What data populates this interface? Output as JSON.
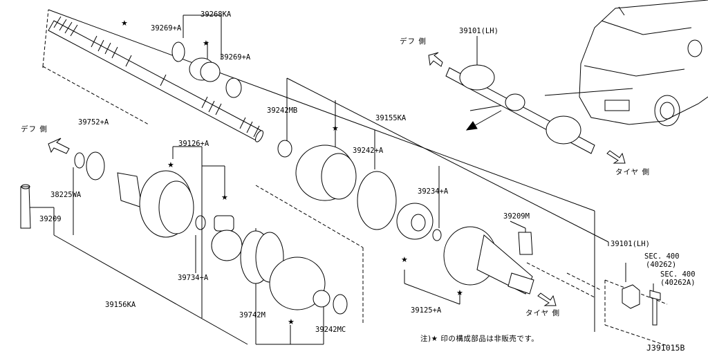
{
  "labels": {
    "p39268KA": "39268KA",
    "p39269A_top": "39269+A",
    "p39269A_mid": "39269+A",
    "p39242MB": "39242MB",
    "p39155KA": "39155KA",
    "p39242A": "39242+A",
    "p39234A": "39234+A",
    "p39209M": "39209M",
    "p39101LH_top": "39101(LH)",
    "p39101LH_right": "39101(LH)",
    "p39752A": "39752+A",
    "p39126A": "39126+A",
    "p38225WA": "38225WA",
    "p39209": "39209",
    "p39734A": "39734+A",
    "p39156KA": "39156KA",
    "p39742M": "39742M",
    "p39242MC": "39242MC",
    "p39125A": "39125+A",
    "sec400_a": "SEC. 400",
    "sec400_a_sub": "(40262)",
    "sec400_b": "SEC. 400",
    "sec400_b_sub": "(40262A)",
    "diff_side_left": "デフ 側",
    "diff_side_top": "デフ 側",
    "tire_side_right": "タイヤ 側",
    "tire_side_bottom": "タイヤ 側",
    "note": "注)★ 印の構成部品は非販売です。",
    "code": "J391015B",
    "star": "★"
  }
}
